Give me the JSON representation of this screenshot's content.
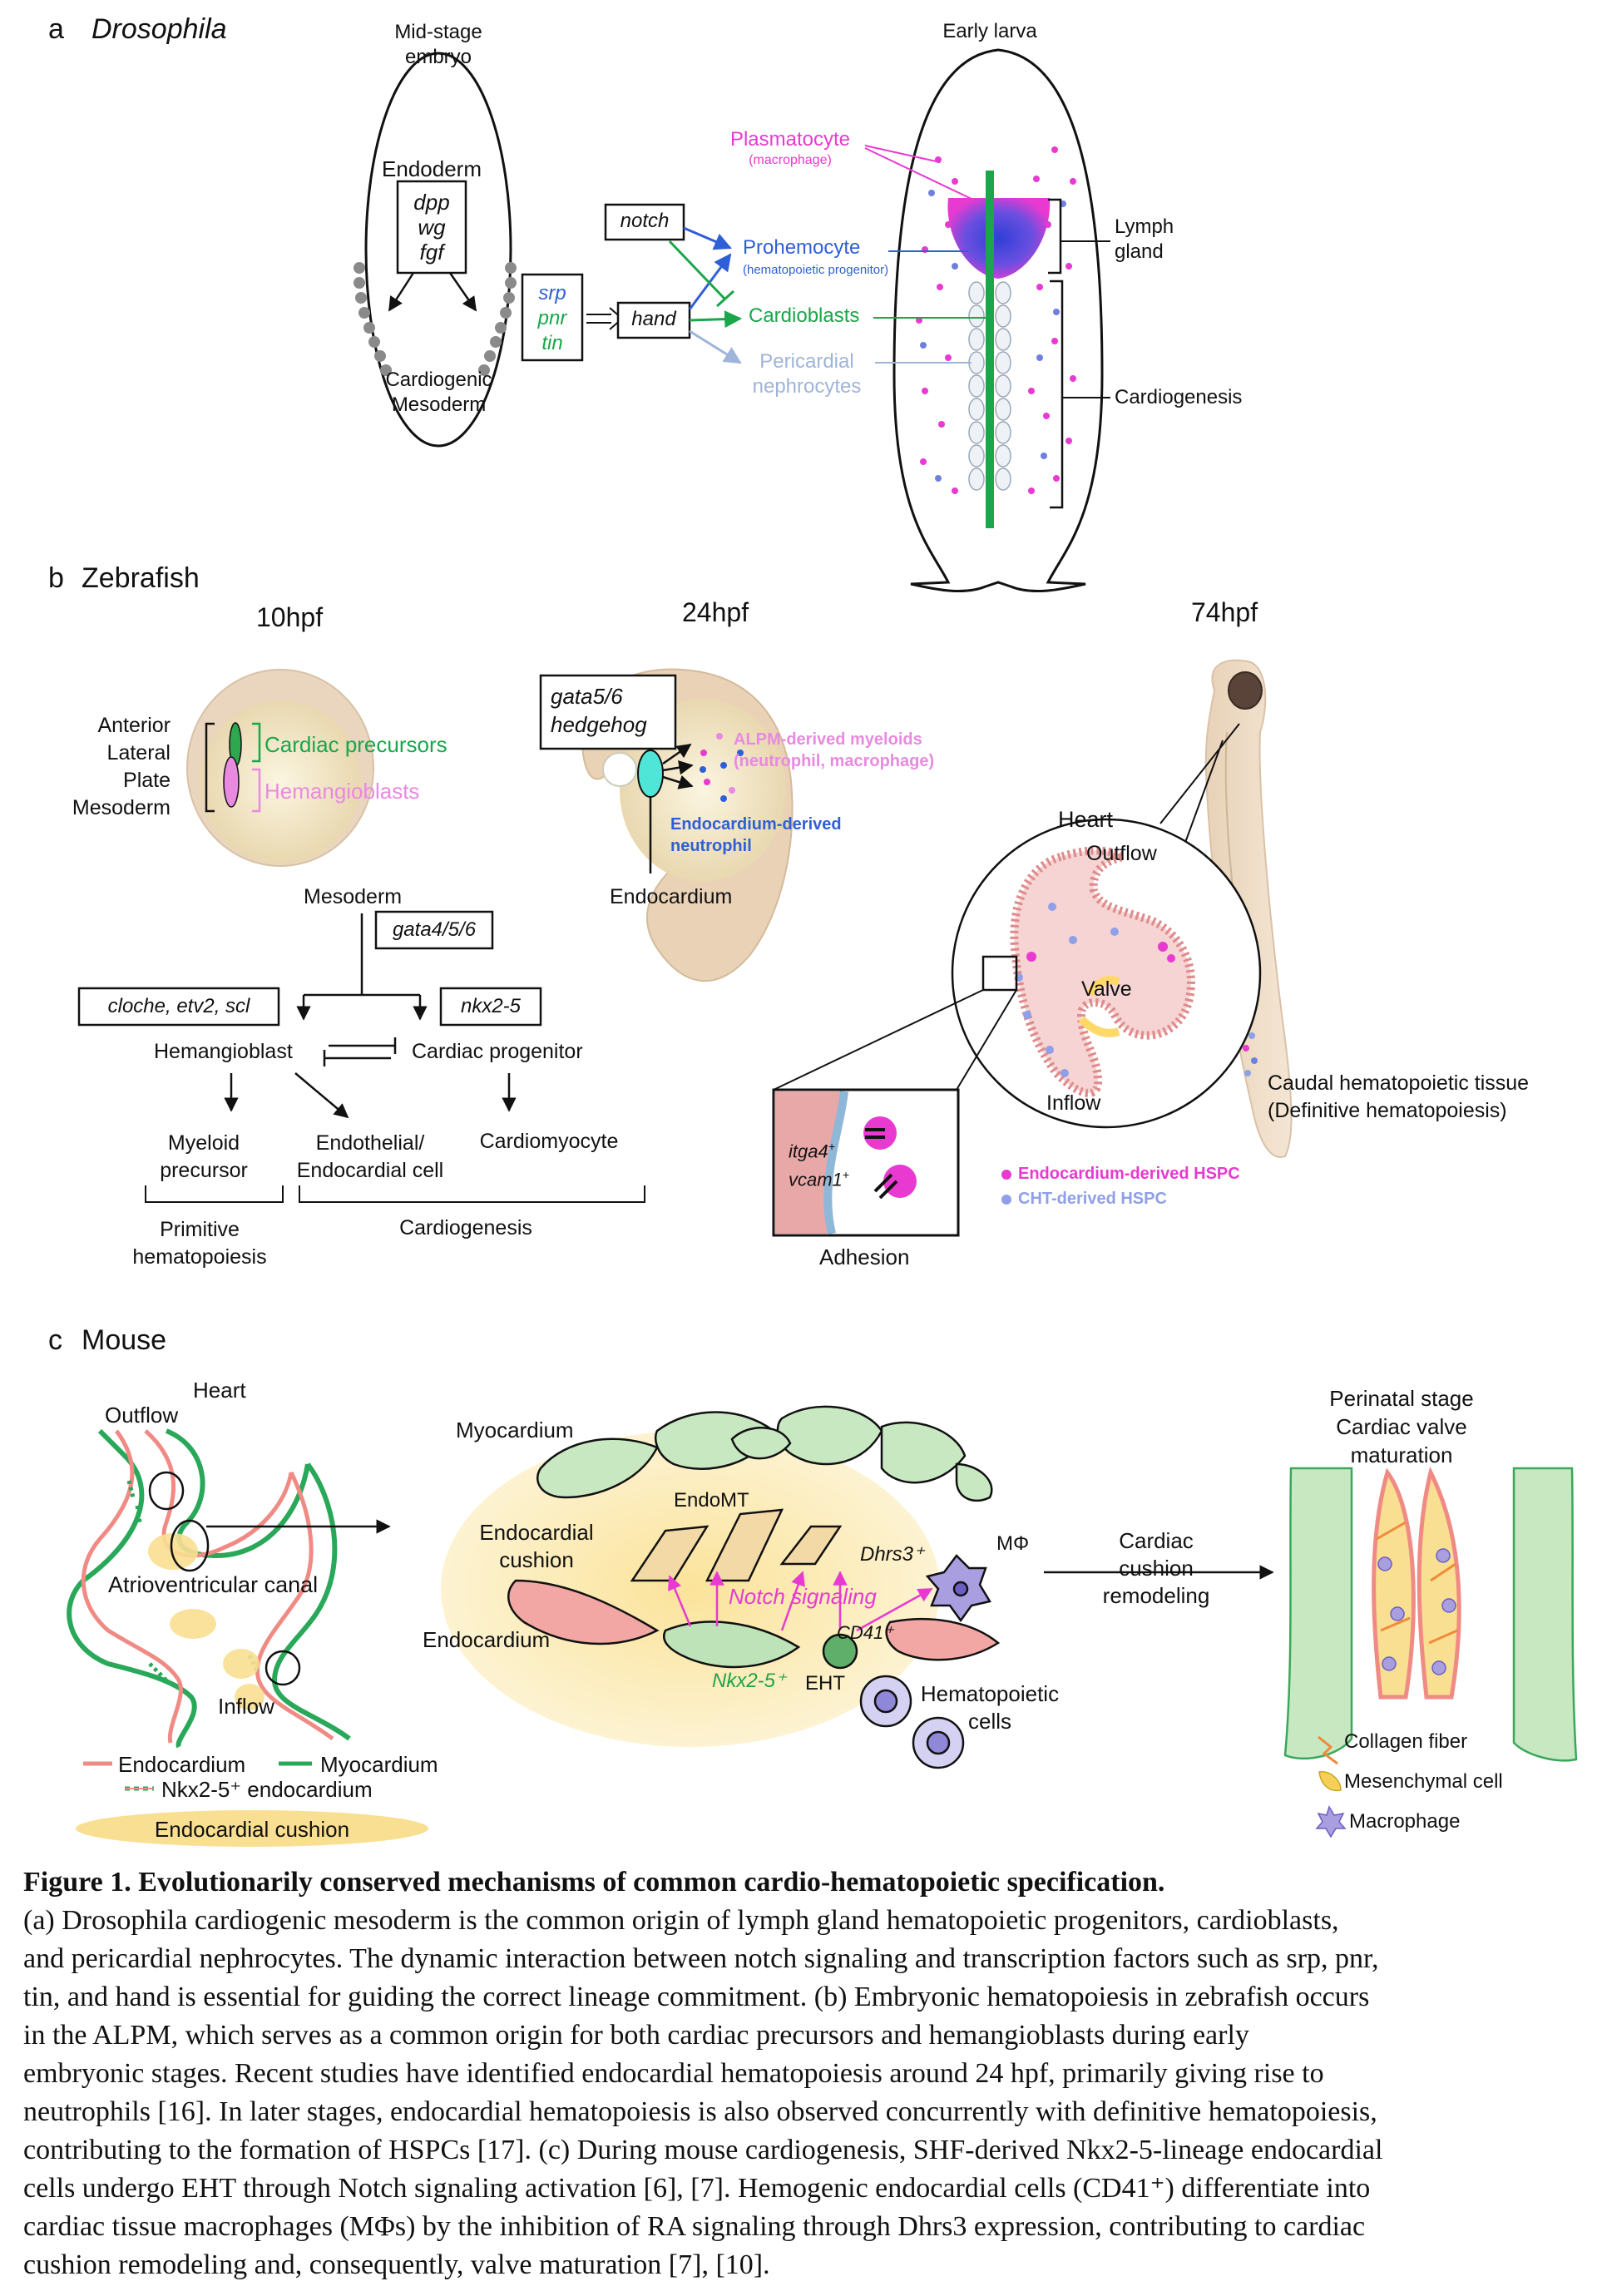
{
  "panel_a": {
    "label": "a",
    "title": "Drosophila",
    "embryo_title": "Mid-stage\nembryo",
    "endoderm": "Endoderm",
    "endoderm_genes": [
      "dpp",
      "wg",
      "fgf"
    ],
    "cardiogenic_mesoderm": "Cardiogenic\nMesoderm",
    "tf_genes": [
      "srp",
      "pnr",
      "tin"
    ],
    "notch": "notch",
    "hand": "hand",
    "larva_title": "Early larva",
    "plasmatocyte": "Plasmatocyte",
    "plasmatocyte_sub": "(macrophage)",
    "prohemocyte": "Prohemocyte",
    "prohemocyte_sub": "(hematopoietic progenitor)",
    "cardioblasts": "Cardioblasts",
    "pericardial": "Pericardial\nnephrocytes",
    "lymph_gland": "Lymph\ngland",
    "cardiogenesis": "Cardiogenesis"
  },
  "panel_b": {
    "label": "b",
    "title": "Zebrafish",
    "stage_10": "10hpf",
    "stage_24": "24hpf",
    "stage_74": "74hpf",
    "alpm": "Anterior\nLateral\nPlate\nMesoderm",
    "cardiac_precursors": "Cardiac precursors",
    "hemangioblasts": "Hemangioblasts",
    "gata56_hedgehog": "gata5/6\nhedgehog",
    "alpm_myeloids": "ALPM-derived myeloids\n(neutrophil, macrophage)",
    "endo_neutrophil": "Endocardium-derived\nneutrophil",
    "endocardium": "Endocardium",
    "mesoderm": "Mesoderm",
    "gata456": "gata4/5/6",
    "cloche": "cloche, etv2, scl",
    "nkx25": "nkx2-5",
    "hemangioblast": "Hemangioblast",
    "cardiac_progenitor": "Cardiac progenitor",
    "myeloid_precursor": "Myeloid\nprecursor",
    "endothelial": "Endothelial/\nEndocardial cell",
    "cardiomyocyte": "Cardiomyocyte",
    "primitive": "Primitive\nhematopoiesis",
    "cardiogenesis": "Cardiogenesis",
    "heart": "Heart",
    "outflow": "Outflow",
    "valve": "Valve",
    "inflow": "Inflow",
    "itga4": "itga4",
    "vcam1": "vcam1",
    "adhesion": "Adhesion",
    "legend_endo_hspc": "Endocardium-derived HSPC",
    "legend_cht_hspc": "CHT-derived HSPC",
    "cht": "Caudal hematopoietic tissue\n(Definitive hematopoiesis)"
  },
  "panel_c": {
    "label": "c",
    "title": "Mouse",
    "heart": "Heart",
    "outflow": "Outflow",
    "av_canal": "Atrioventricular canal",
    "inflow": "Inflow",
    "legend_endocardium": "Endocardium",
    "legend_myocardium": "Myocardium",
    "legend_nkx": "Nkx2-5⁺ endocardium",
    "legend_cushion": "Endocardial cushion",
    "myocardium": "Myocardium",
    "endomt": "EndoMT",
    "endocardial_cushion": "Endocardial\ncushion",
    "endocardium": "Endocardium",
    "notch_signaling": "Notch signaling",
    "dhrs3": "Dhrs3⁺",
    "mphi": "MΦ",
    "cd41": "CD41⁺",
    "nkx25": "Nkx2-5⁺",
    "eht": "EHT",
    "hematopoietic_cells": "Hematopoietic\ncells",
    "remodeling": "Cardiac\ncushion\nremodeling",
    "perinatal": "Perinatal stage\nCardiac valve\nmaturation",
    "collagen": "Collagen fiber",
    "mesenchymal": "Mesenchymal cell",
    "macrophage": "Macrophage"
  },
  "colors": {
    "magenta": "#e83ad0",
    "blue": "#2f5fd6",
    "green": "#1aa64b",
    "light_blue": "#9fb4d8",
    "pink_tissue": "#f2b8b8",
    "cushion": "#f8e3a0",
    "myocardium": "#bfe3b8"
  },
  "caption": {
    "title": "Figure 1. Evolutionarily conserved mechanisms of common cardio-hematopoietic specification.",
    "lines": [
      "(a) Drosophila cardiogenic mesoderm is the common origin of lymph gland hematopoietic progenitors, cardioblasts,",
      "and pericardial nephrocytes. The dynamic interaction between notch signaling and transcription factors such as srp, pnr,",
      "tin, and hand is essential for guiding the correct lineage commitment. (b) Embryonic hematopoiesis in zebrafish occurs",
      "in the ALPM, which serves as a common origin for both cardiac precursors and hemangioblasts during early",
      "embryonic stages. Recent studies have identified endocardial hematopoiesis around 24 hpf, primarily giving rise to",
      "neutrophils [16]. In later stages, endocardial hematopoiesis is also observed concurrently with definitive hematopoiesis,",
      "contributing to the formation of HSPCs [17]. (c) During mouse cardiogenesis, SHF-derived Nkx2-5-lineage endocardial",
      "cells undergo EHT through Notch signaling activation [6], [7]. Hemogenic endocardial cells (CD41⁺) differentiate into",
      "cardiac tissue macrophages (MΦs) by the inhibition of RA signaling through Dhrs3 expression, contributing to cardiac",
      "cushion remodeling and, consequently, valve maturation [7], [10]."
    ]
  }
}
